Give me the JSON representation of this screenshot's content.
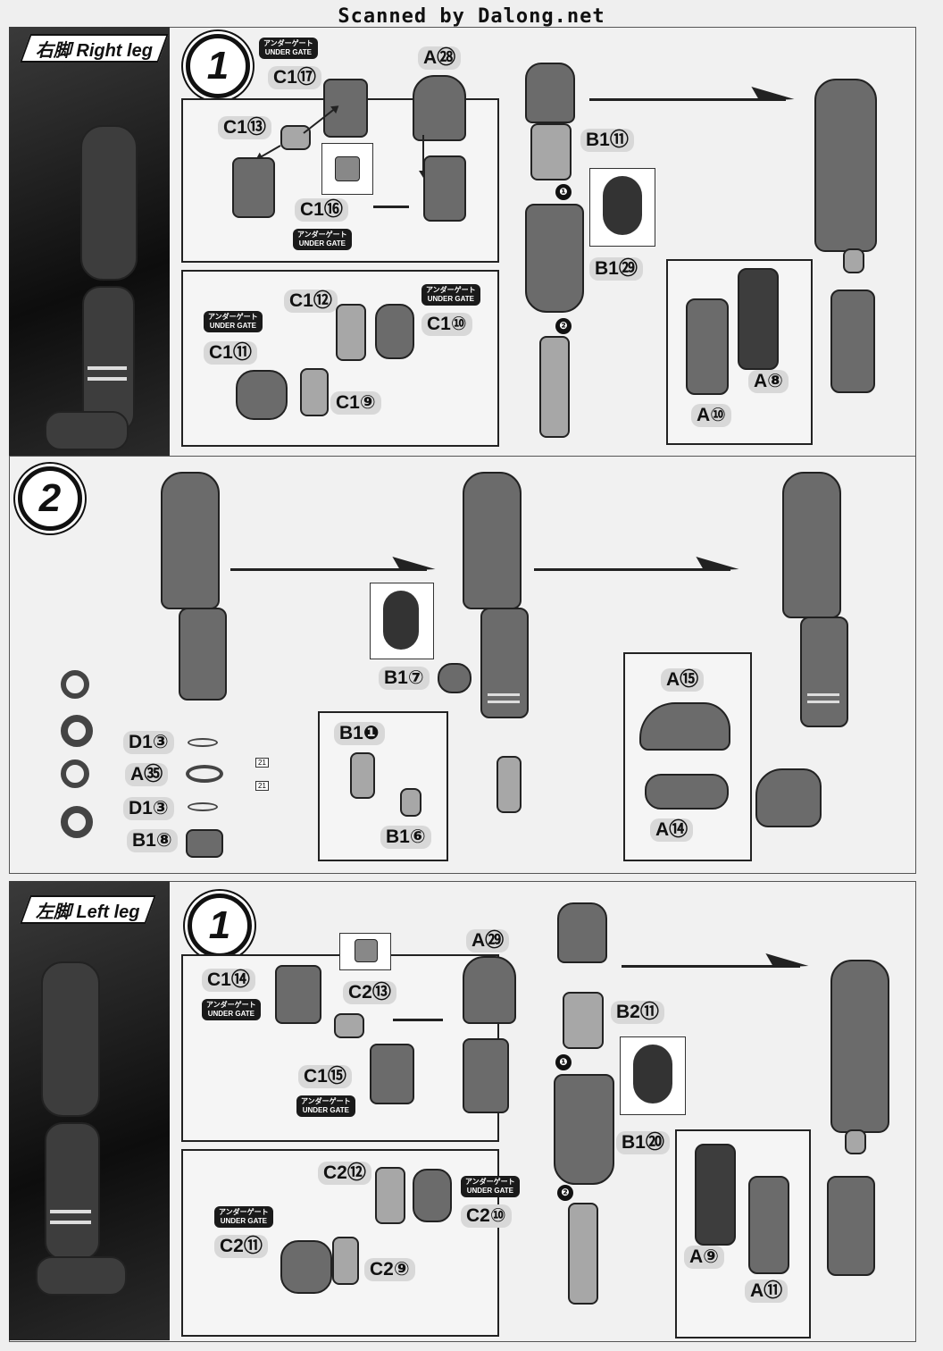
{
  "watermark": "Scanned by Dalong.net",
  "right_leg": {
    "title": "右脚 Right leg",
    "step1": {
      "number": "1",
      "labels": {
        "c1_17": "C1⑰",
        "c1_13": "C1⑬",
        "c1_16": "C1⑯",
        "a_28": "A㉘",
        "b1_11": "B1⑪",
        "b1_29": "B1㉙",
        "c1_12": "C1⑫",
        "c1_10": "C1⑩",
        "c1_11": "C1⑪",
        "c1_9": "C1⑨",
        "a_8": "A⑧",
        "a_10": "A⑩"
      },
      "gates": [
        "アンダーゲート\nUNDER GATE",
        "アンダーゲート\nUNDER GATE",
        "アンダーゲート\nUNDER GATE",
        "アンダーゲート\nUNDER GATE"
      ],
      "order": [
        "❶",
        "❷"
      ]
    },
    "step2": {
      "number": "2",
      "labels": {
        "b1_7": "B1⑦",
        "b1_1": "B1❶",
        "b1_6": "B1⑥",
        "d1_3a": "D1③",
        "a_35": "A㉟",
        "d1_3b": "D1③",
        "b1_8": "B1⑧",
        "a_15": "A⑮",
        "a_14": "A⑭"
      },
      "refs": [
        "21",
        "21"
      ]
    }
  },
  "left_leg": {
    "title": "左脚 Left leg",
    "step1": {
      "number": "1",
      "labels": {
        "a_29": "A㉙",
        "c1_14": "C1⑭",
        "c2_13": "C2⑬",
        "c1_15": "C1⑮",
        "b2_11": "B2⑪",
        "b1_20": "B1⑳",
        "c2_12": "C2⑫",
        "c2_10": "C2⑩",
        "c2_11": "C2⑪",
        "c2_9": "C2⑨",
        "a_9": "A⑨",
        "a_11": "A⑪"
      },
      "gates": [
        "アンダーゲート\nUNDER GATE",
        "アンダーゲート\nUNDER GATE",
        "アンダーゲート\nUNDER GATE",
        "アンダーゲート\nUNDER GATE"
      ],
      "order": [
        "❶",
        "❷"
      ]
    }
  }
}
